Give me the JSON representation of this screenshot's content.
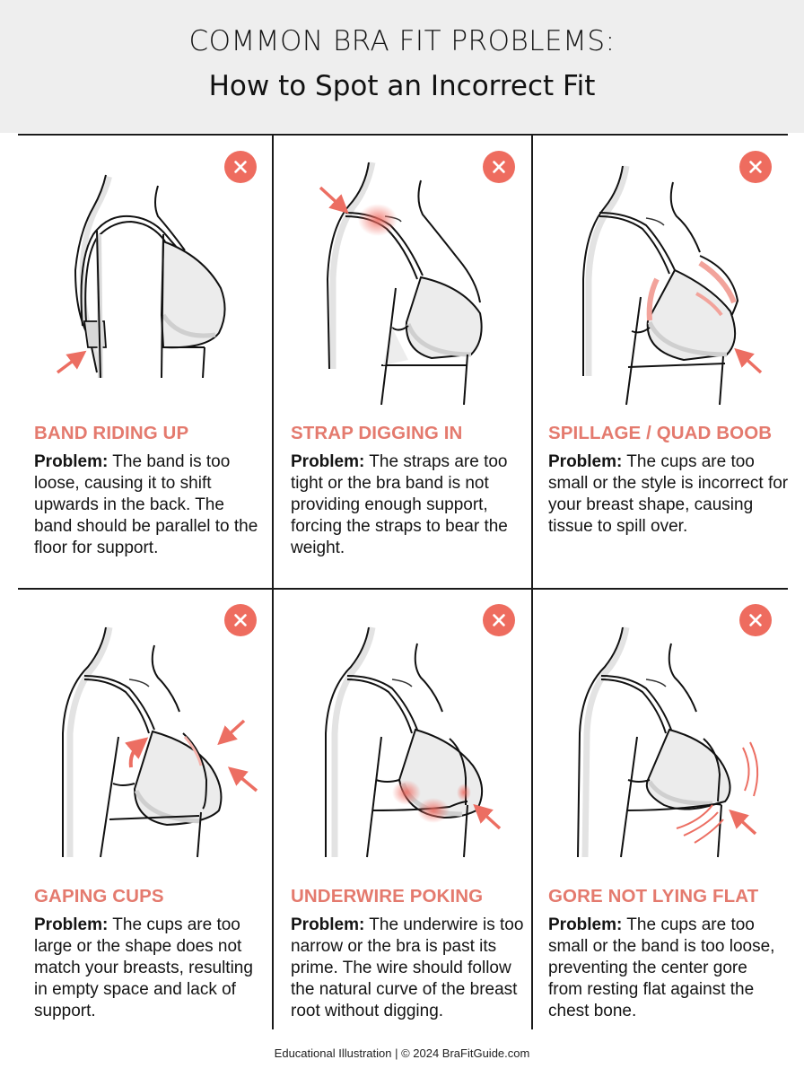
{
  "header": {
    "title_line1": "COMMON BRA FIT PROBLEMS:",
    "title_line2": "How to Spot an Incorrect Fit"
  },
  "colors": {
    "accent": "#e47a6e",
    "x_icon": "#ee6c5f",
    "header_bg": "#eeeeee",
    "line": "#1a1a1a",
    "fill_gray": "#e8e8e8"
  },
  "problems": [
    {
      "title": "BAND RIDING UP",
      "label": "Problem:",
      "text": " The band is too loose, causing it to shift upwards in the back. The band should be parallel to the floor for support.",
      "icon": "x-circle-icon",
      "illustration": "band-riding-up-illustration"
    },
    {
      "title": "STRAP DIGGING IN",
      "label": "Problem:",
      "text": " The straps are too tight or the bra band is not providing enough support, forcing the straps to bear the weight.",
      "icon": "x-circle-icon",
      "illustration": "strap-digging-in-illustration"
    },
    {
      "title": "SPILLAGE / QUAD BOOB",
      "label": "Problem:",
      "text": " The cups are too small or the style is incorrect for your breast shape, causing tissue to spill over.",
      "icon": "x-circle-icon",
      "illustration": "spillage-illustration"
    },
    {
      "title": "GAPING CUPS",
      "label": "Problem:",
      "text": " The cups are too large or the shape does not match your breasts, resulting in empty space and lack of support.",
      "icon": "x-circle-icon",
      "illustration": "gaping-cups-illustration"
    },
    {
      "title": "UNDERWIRE POKING",
      "label": "Problem:",
      "text": " The underwire is too narrow or the bra is past its prime. The wire should follow the natural curve of the breast root without digging.",
      "icon": "x-circle-icon",
      "illustration": "underwire-poking-illustration"
    },
    {
      "title": "GORE NOT LYING FLAT",
      "label": "Problem:",
      "text": " The cups are too small or the band is too loose, preventing the center gore from resting flat against the chest bone.",
      "icon": "x-circle-icon",
      "illustration": "gore-not-flat-illustration"
    }
  ],
  "footer": {
    "text": "Educational Illustration | © 2024 BraFitGuide.com"
  }
}
